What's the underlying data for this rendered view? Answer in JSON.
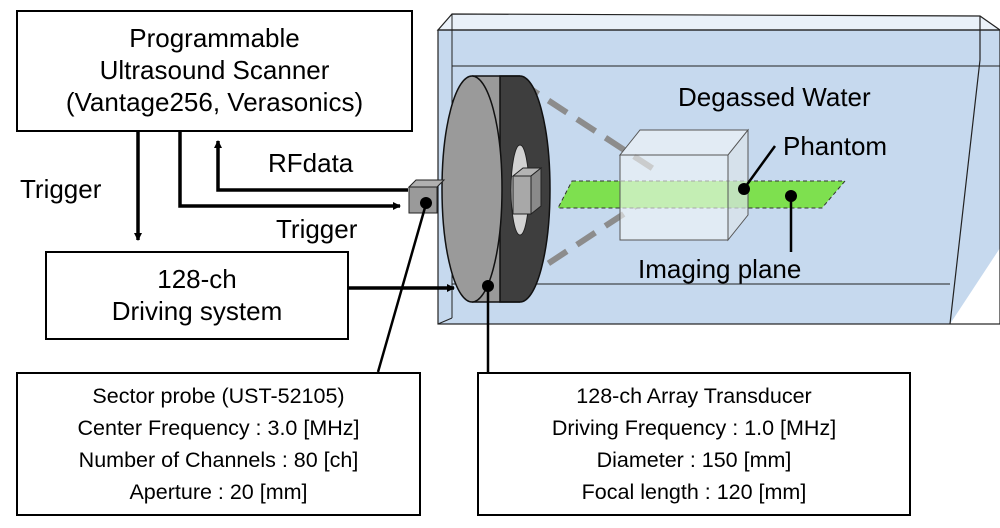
{
  "scanner": {
    "line1": "Programmable",
    "line2": "Ultrasound Scanner",
    "line3": "(Vantage256, Verasonics)"
  },
  "driving": {
    "line1": "128-ch",
    "line2": "Driving system"
  },
  "signals": {
    "trigger_left": "Trigger",
    "rfdata": "RFdata",
    "trigger_right": "Trigger"
  },
  "tank": {
    "water_label": "Degassed Water",
    "phantom_label": "Phantom",
    "imaging_plane_label": "Imaging plane"
  },
  "probe_info": {
    "line1": "Sector probe (UST-52105)",
    "line2": "Center Frequency : 3.0 [MHz]",
    "line3": "Number of Channels : 80 [ch]",
    "line4": "Aperture : 20 [mm]"
  },
  "transducer_info": {
    "line1": "128-ch Array Transducer",
    "line2": "Driving Frequency : 1.0 [MHz]",
    "line3": "Diameter : 150 [mm]",
    "line4": "Focal length : 120 [mm]"
  },
  "colors": {
    "water_fill": "#c6d9ee",
    "imaging_plane_fill": "#7ee04f",
    "transducer_rim": "#9a9a9a",
    "transducer_face": "#404040"
  }
}
